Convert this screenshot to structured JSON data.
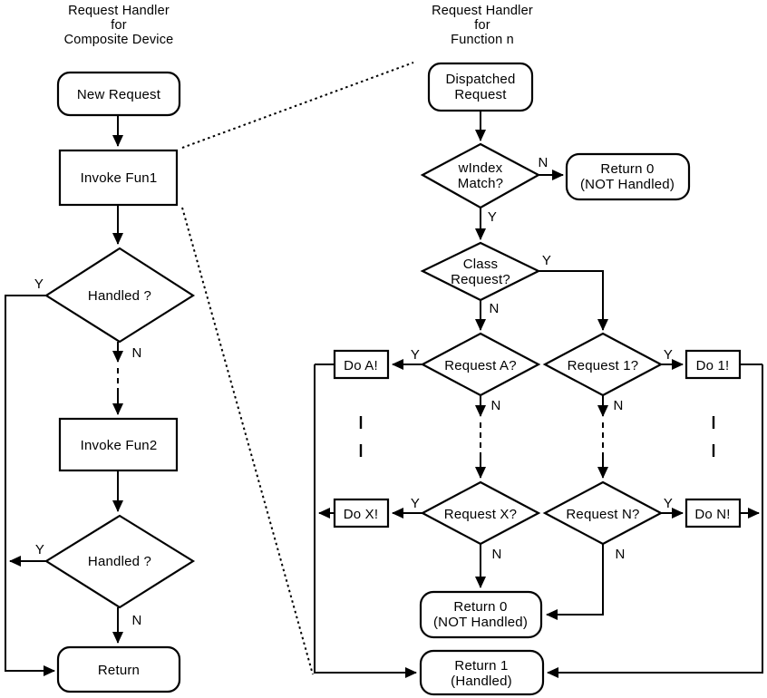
{
  "colors": {
    "ink": "#000000",
    "background": "#ffffff"
  },
  "left": {
    "title": [
      "Request Handler",
      "for",
      "Composite Device"
    ],
    "nodes": {
      "new_request": "New Request",
      "invoke_fun1": "Invoke Fun1",
      "handled_1": "Handled ?",
      "invoke_fun2": "Invoke Fun2",
      "handled_2": "Handled ?",
      "return": "Return"
    },
    "branches": {
      "handled1_y": "Y",
      "handled1_n": "N",
      "handled2_y": "Y",
      "handled2_n": "N"
    }
  },
  "right": {
    "title": [
      "Request Handler",
      "for",
      "Function n"
    ],
    "nodes": {
      "dispatched_request": [
        "Dispatched",
        "Request"
      ],
      "windex_match": [
        "wIndex",
        "Match?"
      ],
      "return_0_top": [
        "Return 0",
        "(NOT Handled)"
      ],
      "class_request": [
        "Class",
        "Request?"
      ],
      "request_a": "Request A?",
      "request_1": "Request 1?",
      "do_a": "Do A!",
      "do_1": "Do 1!",
      "request_x": "Request X?",
      "request_n": "Request N?",
      "do_x": "Do X!",
      "do_n": "Do N!",
      "return_0_bottom": [
        "Return 0",
        "(NOT Handled)"
      ],
      "return_1": [
        "Return 1",
        "(Handled)"
      ]
    },
    "branches": {
      "windex_n": "N",
      "windex_y": "Y",
      "class_y": "Y",
      "class_n": "N",
      "request_a_y": "Y",
      "request_a_n": "N",
      "request_1_y": "Y",
      "request_1_n": "N",
      "request_x_y": "Y",
      "request_x_n": "N",
      "request_n_y": "Y",
      "request_n_n": "N"
    }
  }
}
